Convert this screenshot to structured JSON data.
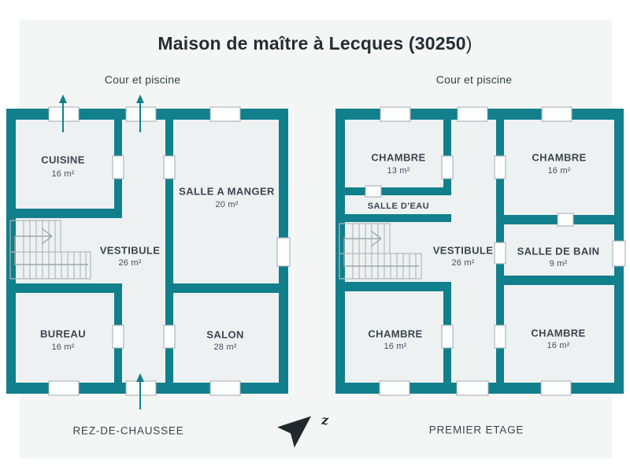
{
  "title": {
    "main": "Maison de maître à Lecques (30250",
    "paren": ")"
  },
  "courtyard": {
    "left_label": "Cour et piscine",
    "right_label": "Cour et piscine"
  },
  "floors": {
    "ground": {
      "name": "REZ-DE-CHAUSSEE",
      "rooms": {
        "cuisine": {
          "name": "CUISINE",
          "area": "16 m²"
        },
        "salle_a_manger": {
          "name": "SALLE A MANGER",
          "area": "20 m²"
        },
        "vestibule": {
          "name": "VESTIBULE",
          "area": "26 m²"
        },
        "bureau": {
          "name": "BUREAU",
          "area": "16 m²"
        },
        "salon": {
          "name": "SALON",
          "area": "28 m²"
        }
      }
    },
    "first": {
      "name": "PREMIER ETAGE",
      "rooms": {
        "chambre_nw": {
          "name": "CHAMBRE",
          "area": "13 m²"
        },
        "chambre_ne": {
          "name": "CHAMBRE",
          "area": "16 m²"
        },
        "salle_deau": {
          "name": "SALLE D'EAU"
        },
        "vestibule": {
          "name": "VESTIBULE",
          "area": "26 m²"
        },
        "salle_de_bain": {
          "name": "SALLE DE BAIN",
          "area": "9 m²"
        },
        "chambre_sw": {
          "name": "CHAMBRE",
          "area": "16 m²"
        },
        "chambre_se": {
          "name": "CHAMBRE",
          "area": "16 m²"
        }
      }
    }
  },
  "compass": {
    "label": "z"
  },
  "colors": {
    "wall": "#117f8c",
    "room_fill": "#edf1f1",
    "panel_bg": "#f4f6f6",
    "arrow": "#157f8b",
    "compass": "#23282d"
  }
}
